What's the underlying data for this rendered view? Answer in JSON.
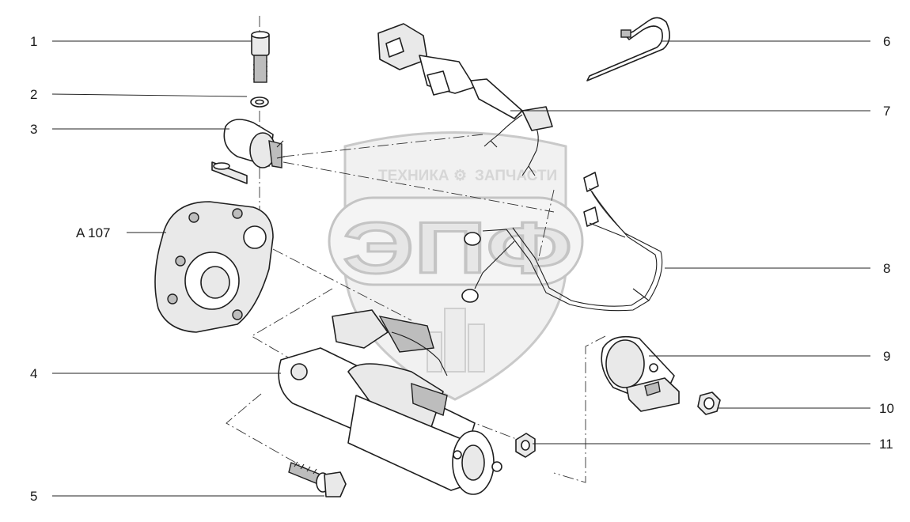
{
  "watermark": {
    "top_left": "ТЕХНИКА",
    "top_right": "ЗАПЧАСТИ",
    "big": "ЭПФ"
  },
  "callouts": [
    {
      "id": "1",
      "text": "1"
    },
    {
      "id": "2",
      "text": "2"
    },
    {
      "id": "3",
      "text": "3"
    },
    {
      "id": "a107",
      "text": "A 107"
    },
    {
      "id": "4",
      "text": "4"
    },
    {
      "id": "5",
      "text": "5"
    },
    {
      "id": "6",
      "text": "6"
    },
    {
      "id": "7",
      "text": "7"
    },
    {
      "id": "8",
      "text": "8"
    },
    {
      "id": "9",
      "text": "9"
    },
    {
      "id": "10",
      "text": "10"
    },
    {
      "id": "11",
      "text": "11"
    }
  ]
}
